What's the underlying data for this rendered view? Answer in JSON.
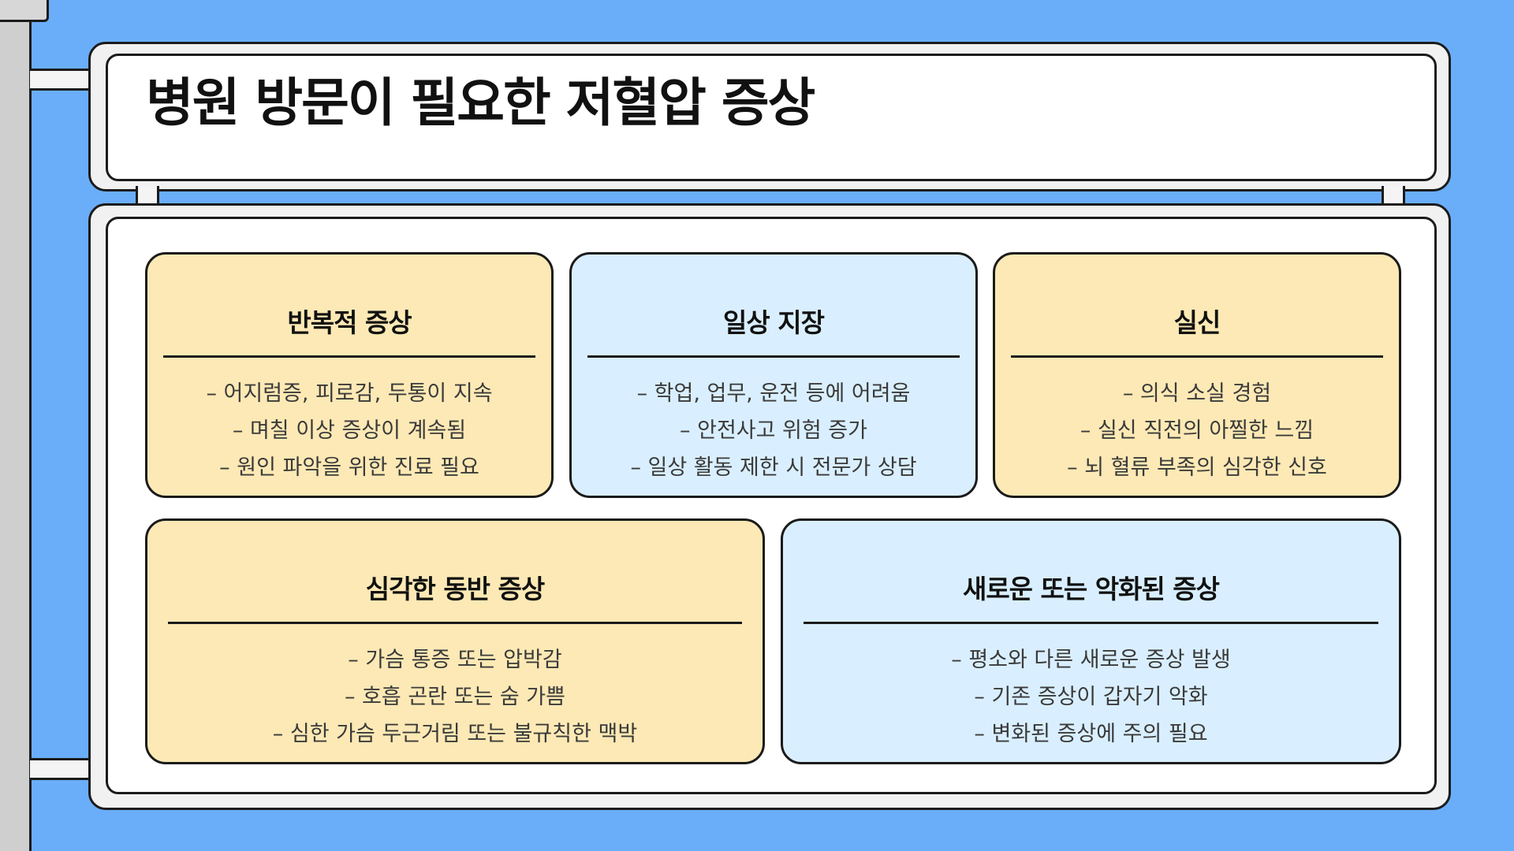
{
  "title": "병원 방문이 필요한 저혈압 증상",
  "cards": [
    {
      "title": "반복적 증상",
      "items": [
        "– 어지럼증, 피로감, 두통이 지속",
        "– 며칠 이상 증상이 계속됨",
        "– 원인 파악을 위한 진료 필요"
      ]
    },
    {
      "title": "일상 지장",
      "items": [
        "– 학업, 업무, 운전 등에 어려움",
        "– 안전사고 위험 증가",
        "– 일상 활동 제한 시 전문가 상담"
      ]
    },
    {
      "title": "실신",
      "items": [
        "– 의식 소실 경험",
        "– 실신 직전의 아찔한 느낌",
        "– 뇌 혈류 부족의 심각한 신호"
      ]
    },
    {
      "title": "심각한 동반 증상",
      "items": [
        "– 가슴 통증 또는 압박감",
        "– 호흡 곤란 또는 숨 가쁨",
        "– 심한 가슴 두근거림 또는 불규칙한 맥박"
      ]
    },
    {
      "title": "새로운 또는 악화된 증상",
      "items": [
        "– 평소와 다른 새로운 증상 발생",
        "– 기존 증상이 갑자기 악화",
        "– 변화된 증상에 주의 필요"
      ]
    }
  ]
}
